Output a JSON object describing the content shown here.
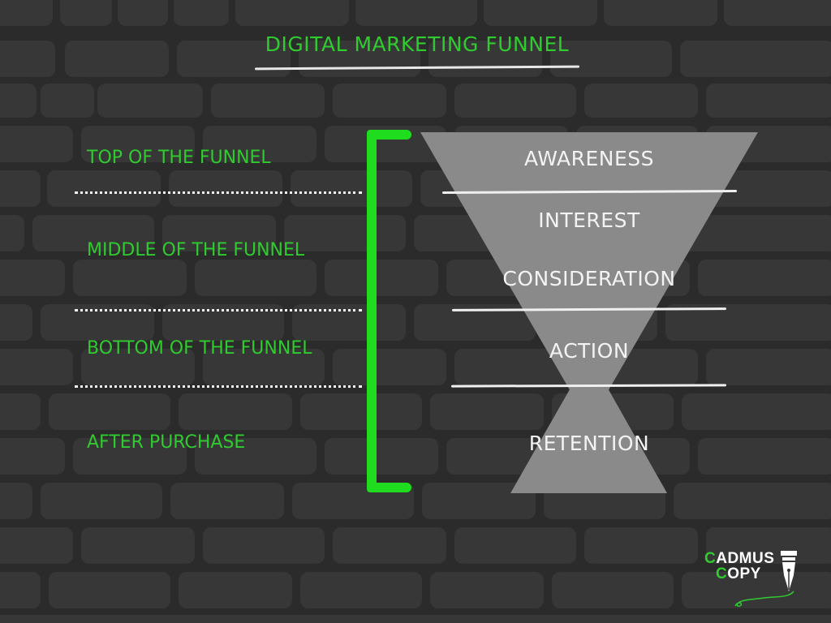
{
  "title": "DIGITAL MARKETING FUNNEL",
  "stages": [
    {
      "label": "TOP OF THE FUNNEL"
    },
    {
      "label": "MIDDLE OF THE FUNNEL"
    },
    {
      "label": "BOTTOM OF THE FUNNEL"
    },
    {
      "label": "AFTER PURCHASE"
    }
  ],
  "funnel": [
    {
      "label": "AWARENESS"
    },
    {
      "label": "INTEREST"
    },
    {
      "label": "CONSIDERATION"
    },
    {
      "label": "ACTION"
    },
    {
      "label": "RETENTION"
    }
  ],
  "logo": {
    "line1_accent": "C",
    "line1_rest": "ADMUS",
    "line2_accent": "C",
    "line2_rest": "OPY",
    "icon": "fountain-pen-nib-icon"
  },
  "colors": {
    "background": "#333333",
    "accent_green": "#2fcb2f",
    "bracket_green": "#1fdc1f",
    "funnel_gray": "#8a8a8a",
    "text_white": "#f3f3f3"
  }
}
